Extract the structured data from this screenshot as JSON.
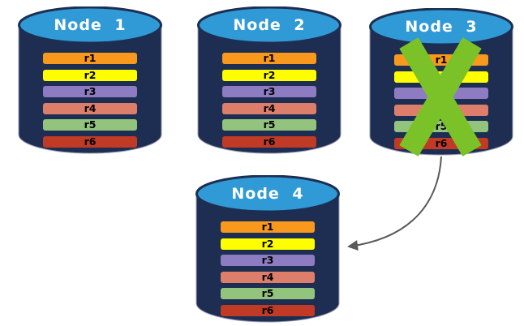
{
  "diagram": {
    "colors": {
      "background": "#FFFFFF",
      "cylinder_body": "#1D2E52",
      "cylinder_outline": "#9A9AB4",
      "cylinder_top": "#2F9AD6",
      "node_label_text": "#FFFFFF",
      "row_text": "#000000",
      "failure_x": "#7BC229",
      "arrow": "#595959"
    },
    "nodes": [
      {
        "label": "Node 1",
        "failed": false
      },
      {
        "label": "Node 2",
        "failed": false
      },
      {
        "label": "Node 3",
        "failed": true
      },
      {
        "label": "Node 4",
        "failed": false
      }
    ],
    "rows": [
      {
        "label": "r1",
        "color": "#F8991D"
      },
      {
        "label": "r2",
        "color": "#FEFE00"
      },
      {
        "label": "r3",
        "color": "#8E7CC3"
      },
      {
        "label": "r4",
        "color": "#DD7E6B"
      },
      {
        "label": "r5",
        "color": "#93C47D"
      },
      {
        "label": "r6",
        "color": "#C03A26"
      }
    ],
    "failure": {
      "node": "Node 3",
      "mark": "X"
    },
    "arrow": {
      "from": "Node 3",
      "to": "Node 4"
    }
  }
}
